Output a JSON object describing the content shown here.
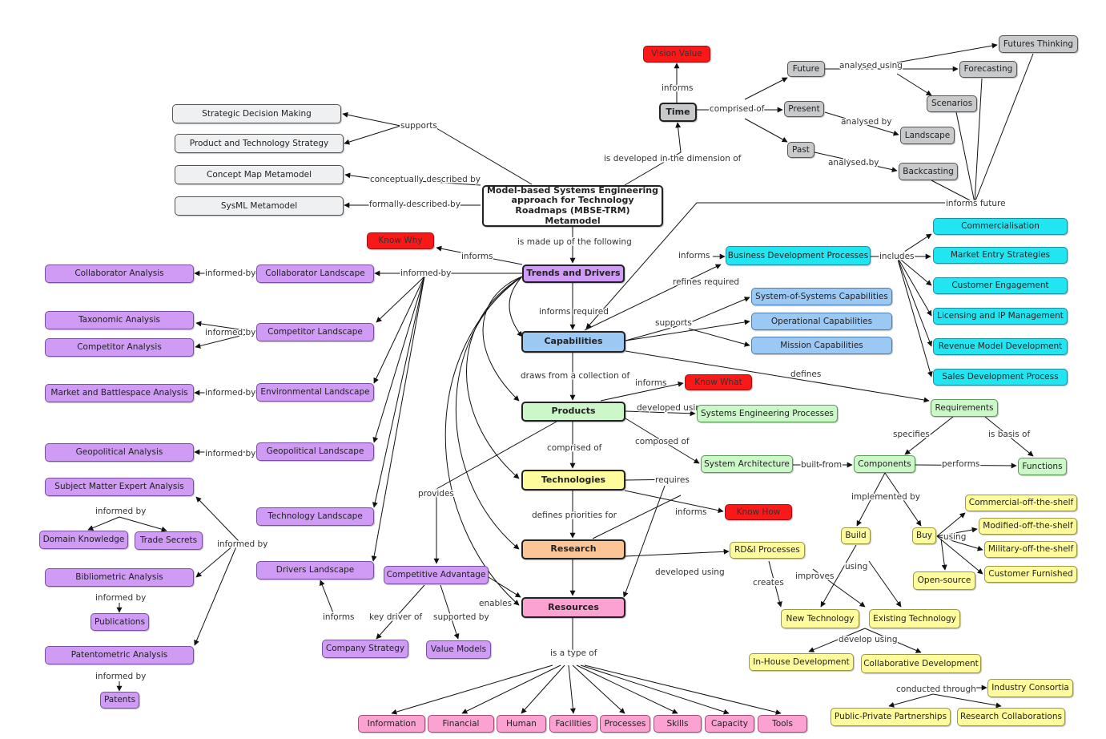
{
  "nodes": [
    {
      "id": "core",
      "label": "Model-based Systems Engineering approach for Technology Roadmaps (MBSE-TRM) Metamodel",
      "cls": "c-white bold center"
    },
    {
      "id": "sdm",
      "label": "Strategic Decision Making",
      "cls": "c-grey"
    },
    {
      "id": "pts",
      "label": "Product and Technology Strategy",
      "cls": "c-grey"
    },
    {
      "id": "cmm",
      "label": "Concept Map Metamodel",
      "cls": "c-grey"
    },
    {
      "id": "sysml",
      "label": "SysML Metamodel",
      "cls": "c-grey"
    },
    {
      "id": "vision",
      "label": "Vision Value",
      "cls": "c-red"
    },
    {
      "id": "time",
      "label": "Time",
      "cls": "c-dgrey bold"
    },
    {
      "id": "future",
      "label": "Future",
      "cls": "c-dgrey"
    },
    {
      "id": "present",
      "label": "Present",
      "cls": "c-dgrey"
    },
    {
      "id": "past",
      "label": "Past",
      "cls": "c-dgrey"
    },
    {
      "id": "futthink",
      "label": "Futures Thinking",
      "cls": "c-dgrey"
    },
    {
      "id": "forecast",
      "label": "Forecasting",
      "cls": "c-dgrey"
    },
    {
      "id": "scen",
      "label": "Scenarios",
      "cls": "c-dgrey"
    },
    {
      "id": "land",
      "label": "Landscape",
      "cls": "c-dgrey"
    },
    {
      "id": "backc",
      "label": "Backcasting",
      "cls": "c-dgrey"
    },
    {
      "id": "tnd",
      "label": "Trends and Drivers",
      "cls": "c-purple bold"
    },
    {
      "id": "know",
      "label": "Know Why",
      "cls": "c-red"
    },
    {
      "id": "collab_a",
      "label": "Collaborator Analysis",
      "cls": "c-purple"
    },
    {
      "id": "collab_l",
      "label": "Collaborator Landscape",
      "cls": "c-purple"
    },
    {
      "id": "tax",
      "label": "Taxonomic Analysis",
      "cls": "c-purple"
    },
    {
      "id": "comp_a",
      "label": "Competitor Analysis",
      "cls": "c-purple"
    },
    {
      "id": "comp_l",
      "label": "Competitor Landscape",
      "cls": "c-purple"
    },
    {
      "id": "mba",
      "label": "Market and Battlespace Analysis",
      "cls": "c-purple"
    },
    {
      "id": "env_l",
      "label": "Environmental Landscape",
      "cls": "c-purple"
    },
    {
      "id": "geo_a",
      "label": "Geopolitical Analysis",
      "cls": "c-purple"
    },
    {
      "id": "geo_l",
      "label": "Geopolitical Landscape",
      "cls": "c-purple"
    },
    {
      "id": "sme",
      "label": "Subject Matter Expert Analysis",
      "cls": "c-purple"
    },
    {
      "id": "dom",
      "label": "Domain Knowledge",
      "cls": "c-purple"
    },
    {
      "id": "trade",
      "label": "Trade Secrets",
      "cls": "c-purple"
    },
    {
      "id": "tech_l",
      "label": "Technology Landscape",
      "cls": "c-purple"
    },
    {
      "id": "biblio",
      "label": "Bibliometric Analysis",
      "cls": "c-purple"
    },
    {
      "id": "pubs",
      "label": "Publications",
      "cls": "c-purple"
    },
    {
      "id": "drivers",
      "label": "Drivers Landscape",
      "cls": "c-purple"
    },
    {
      "id": "patento",
      "label": "Patentometric Analysis",
      "cls": "c-purple"
    },
    {
      "id": "patents",
      "label": "Patents",
      "cls": "c-purple"
    },
    {
      "id": "compadv",
      "label": "Competitive Advantage",
      "cls": "c-purple"
    },
    {
      "id": "compstrat",
      "label": "Company Strategy",
      "cls": "c-purple"
    },
    {
      "id": "valmod",
      "label": "Value Models",
      "cls": "c-purple"
    },
    {
      "id": "bdp",
      "label": "Business Development Processes",
      "cls": "c-cyan"
    },
    {
      "id": "commz",
      "label": "Commercialisation",
      "cls": "c-cyan"
    },
    {
      "id": "mes",
      "label": "Market Entry Strategies",
      "cls": "c-cyan"
    },
    {
      "id": "cust",
      "label": "Customer Engagement",
      "cls": "c-cyan"
    },
    {
      "id": "lic",
      "label": "Licensing and IP Management",
      "cls": "c-cyan"
    },
    {
      "id": "rev",
      "label": "Revenue Model Development",
      "cls": "c-cyan"
    },
    {
      "id": "sales",
      "label": "Sales Development Process",
      "cls": "c-cyan"
    },
    {
      "id": "caps",
      "label": "Capabilities",
      "cls": "c-blue bold"
    },
    {
      "id": "sos",
      "label": "System-of-Systems Capabilities",
      "cls": "c-blue"
    },
    {
      "id": "opcap",
      "label": "Operational Capabilities",
      "cls": "c-blue"
    },
    {
      "id": "miscap",
      "label": "Mission Capabilities",
      "cls": "c-blue"
    },
    {
      "id": "know2",
      "label": "Know What",
      "cls": "c-red"
    },
    {
      "id": "prods",
      "label": "Products",
      "cls": "c-green bold"
    },
    {
      "id": "sep",
      "label": "Systems Engineering Processes",
      "cls": "c-green"
    },
    {
      "id": "reqs",
      "label": "Requirements",
      "cls": "c-green"
    },
    {
      "id": "sysarch",
      "label": "System Architecture",
      "cls": "c-green"
    },
    {
      "id": "comps",
      "label": "Components",
      "cls": "c-green"
    },
    {
      "id": "funcs",
      "label": "Functions",
      "cls": "c-green"
    },
    {
      "id": "techs",
      "label": "Technologies",
      "cls": "c-yellow bold"
    },
    {
      "id": "know3",
      "label": "Know How",
      "cls": "c-red"
    },
    {
      "id": "build",
      "label": "Build",
      "cls": "c-yellow"
    },
    {
      "id": "buy",
      "label": "Buy",
      "cls": "c-yellow"
    },
    {
      "id": "cots",
      "label": "Commercial-off-the-shelf",
      "cls": "c-yellow"
    },
    {
      "id": "mots",
      "label": "Modified-off-the-shelf",
      "cls": "c-yellow"
    },
    {
      "id": "mil",
      "label": "Military-off-the-shelf",
      "cls": "c-yellow"
    },
    {
      "id": "custf",
      "label": "Customer Furnished",
      "cls": "c-yellow"
    },
    {
      "id": "opensrc",
      "label": "Open-source",
      "cls": "c-yellow"
    },
    {
      "id": "rdi",
      "label": "RD&I Processes",
      "cls": "c-yellow"
    },
    {
      "id": "newtech",
      "label": "New Technology",
      "cls": "c-yellow"
    },
    {
      "id": "exist",
      "label": "Existing Technology",
      "cls": "c-yellow"
    },
    {
      "id": "inhouse",
      "label": "In-House Development",
      "cls": "c-yellow"
    },
    {
      "id": "collabdev",
      "label": "Collaborative Development",
      "cls": "c-yellow"
    },
    {
      "id": "indcon",
      "label": "Industry Consortia",
      "cls": "c-yellow"
    },
    {
      "id": "ppp",
      "label": "Public-Private Partnerships",
      "cls": "c-yellow"
    },
    {
      "id": "rescol",
      "label": "Research Collaborations",
      "cls": "c-yellow"
    },
    {
      "id": "research",
      "label": "Research",
      "cls": "c-orange bold"
    },
    {
      "id": "resources",
      "label": "Resources",
      "cls": "c-pink bold"
    },
    {
      "id": "info",
      "label": "Information",
      "cls": "c-pink"
    },
    {
      "id": "fin",
      "label": "Financial",
      "cls": "c-pink"
    },
    {
      "id": "human",
      "label": "Human",
      "cls": "c-pink"
    },
    {
      "id": "facil",
      "label": "Facilities",
      "cls": "c-pink"
    },
    {
      "id": "procs",
      "label": "Processes",
      "cls": "c-pink"
    },
    {
      "id": "skills",
      "label": "Skills",
      "cls": "c-pink"
    },
    {
      "id": "capac",
      "label": "Capacity",
      "cls": "c-pink"
    },
    {
      "id": "tools",
      "label": "Tools",
      "cls": "c-pink"
    }
  ],
  "link_labels": [
    "supports",
    "conceptually described by",
    "formally described by",
    "informs",
    "is developed in the dimension of",
    "comprised of",
    "analysed using",
    "analysed by",
    "analysed by",
    "informs future",
    "is made up of the following",
    "informs",
    "informed by",
    "informed by",
    "informed by",
    "informed by",
    "informed by",
    "informed by",
    "informed by",
    "informed by",
    "informed by",
    "informed by",
    "informs",
    "includes",
    "refines required",
    "informs required",
    "supports",
    "draws from a collection of",
    "informs",
    "defines",
    "developed using",
    "specifies",
    "is basis of",
    "comprised of",
    "composed of",
    "built from",
    "performs",
    "implemented by",
    "using",
    "requires",
    "informs",
    "defines priorities for",
    "provides",
    "developed using",
    "using",
    "creates",
    "improves",
    "develop using",
    "conducted through",
    "enables",
    "informs",
    "key driver of",
    "supported by",
    "is a type of"
  ]
}
